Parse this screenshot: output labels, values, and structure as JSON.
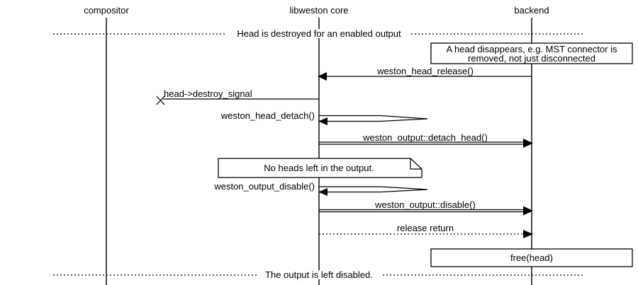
{
  "diagram": {
    "participants": [
      {
        "label": "compositor"
      },
      {
        "label": "libweston core"
      },
      {
        "label": "backend"
      }
    ],
    "dividers": {
      "top": "Head is destroyed for an enabled output",
      "bottom": "The output is left disabled."
    },
    "notes": {
      "head_disappears_line1": "A head disappears, e.g. MST connector is",
      "head_disappears_line2": "removed, not just disconnected",
      "no_heads": "No heads left in the output.",
      "free_head": "free(head)"
    },
    "messages": {
      "head_release": "weston_head_release()",
      "destroy_signal": "head->destroy_signal",
      "head_detach": "weston_head_detach()",
      "detach_head": "weston_output::detach_head()",
      "output_disable": "weston_output_disable()",
      "disable": "weston_output::disable()",
      "release_return": "release return"
    },
    "colors": {
      "line": "#000000",
      "background": "#ffffff"
    }
  }
}
